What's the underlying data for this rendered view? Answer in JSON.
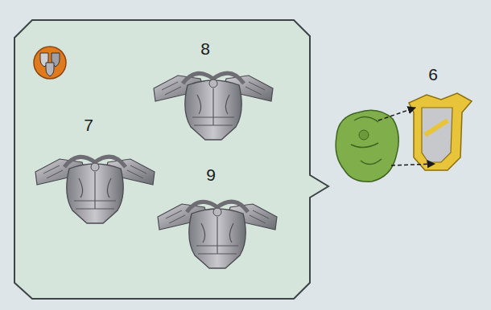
{
  "diagram": {
    "labels": [
      "8",
      "6",
      "7",
      "9"
    ]
  }
}
